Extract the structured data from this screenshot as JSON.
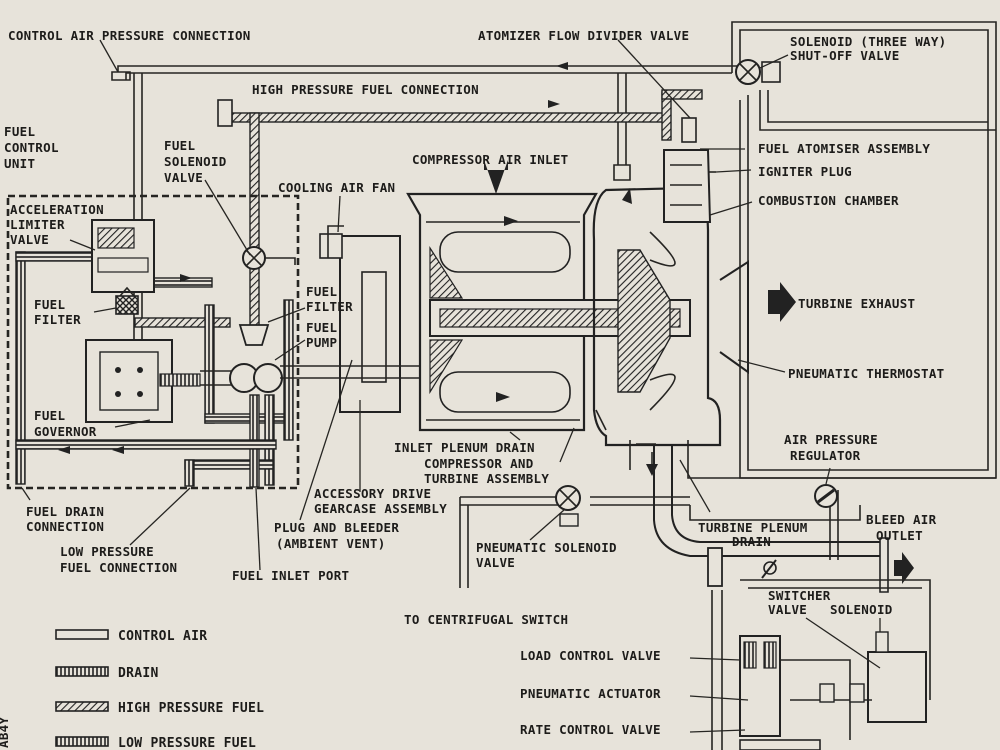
{
  "labels": {
    "control_air_pressure_connection": "CONTROL AIR PRESSURE CONNECTION",
    "high_pressure_fuel_connection": "HIGH PRESSURE FUEL CONNECTION",
    "atomizer_flow_divider_valve": "ATOMIZER FLOW DIVIDER VALVE",
    "solenoid_three_way_1": "SOLENOID (THREE WAY)",
    "solenoid_three_way_2": "SHUT-OFF VALVE",
    "fuel_control_unit_1": "FUEL",
    "fuel_control_unit_2": "CONTROL",
    "fuel_control_unit_3": "UNIT",
    "fuel_solenoid_valve_1": "FUEL",
    "fuel_solenoid_valve_2": "SOLENOID",
    "fuel_solenoid_valve_3": "VALVE",
    "compressor_air_inlet": "COMPRESSOR AIR INLET",
    "fuel_atomiser_assembly": "FUEL ATOMISER ASSEMBLY",
    "igniter_plug": "IGNITER PLUG",
    "combustion_chamber": "COMBUSTION CHAMBER",
    "cooling_air_fan": "COOLING AIR FAN",
    "acceleration_limiter_1": "ACCELERATION",
    "acceleration_limiter_2": "LIMITER",
    "acceleration_limiter_3": "VALVE",
    "fuel_filter_left_1": "FUEL",
    "fuel_filter_left_2": "FILTER",
    "fuel_filter_right_1": "FUEL",
    "fuel_filter_right_2": "FILTER",
    "fuel_pump_1": "FUEL",
    "fuel_pump_2": "PUMP",
    "turbine_exhaust": "TURBINE EXHAUST",
    "pneumatic_thermostat": "PNEUMATIC THERMOSTAT",
    "fuel_governor_1": "FUEL",
    "fuel_governor_2": "GOVERNOR",
    "inlet_plenum_drain": "INLET PLENUM DRAIN",
    "compressor_turbine_1": "COMPRESSOR AND",
    "compressor_turbine_2": "TURBINE ASSEMBLY",
    "air_pressure_regulator_1": "AIR PRESSURE",
    "air_pressure_regulator_2": "REGULATOR",
    "accessory_drive_1": "ACCESSORY DRIVE",
    "accessory_drive_2": "GEARCASE ASSEMBLY",
    "fuel_drain_connection_1": "FUEL DRAIN",
    "fuel_drain_connection_2": "CONNECTION",
    "bleed_air_outlet_1": "BLEED AIR",
    "bleed_air_outlet_2": "OUTLET",
    "turbine_plenum_drain_1": "TURBINE PLENUM",
    "turbine_plenum_drain_2": "DRAIN",
    "plug_and_bleeder_1": "PLUG AND BLEEDER",
    "plug_and_bleeder_2": "(AMBIENT VENT)",
    "low_pressure_fuel_connection_1": "LOW PRESSURE",
    "low_pressure_fuel_connection_2": "FUEL CONNECTION",
    "pneumatic_solenoid_valve_1": "PNEUMATIC SOLENOID",
    "pneumatic_solenoid_valve_2": "VALVE",
    "fuel_inlet_port": "FUEL INLET PORT",
    "switcher_valve_1": "SWITCHER",
    "switcher_valve_2": "VALVE",
    "solenoid": "SOLENOID",
    "to_centrifugal_switch": "TO CENTRIFUGAL SWITCH",
    "load_control_valve": "LOAD CONTROL VALVE",
    "pneumatic_actuator": "PNEUMATIC ACTUATOR",
    "rate_control_valve": "RATE CONTROL VALVE",
    "margin_code": "AB4Y"
  },
  "legend": [
    {
      "pattern": "control-air",
      "label": "CONTROL AIR"
    },
    {
      "pattern": "drain",
      "label": "DRAIN"
    },
    {
      "pattern": "high-pressure-fuel",
      "label": "HIGH PRESSURE FUEL"
    },
    {
      "pattern": "low-pressure-fuel",
      "label": "LOW PRESSURE FUEL"
    }
  ],
  "colors": {
    "paper": "#e7e3da",
    "ink": "#1d1c1a"
  }
}
